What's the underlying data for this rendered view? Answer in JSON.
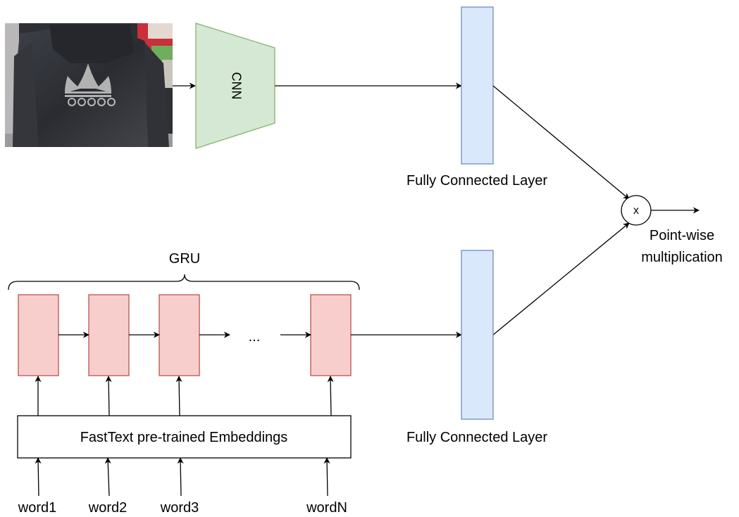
{
  "colors": {
    "cnn_fill": "#d5e8d4",
    "cnn_stroke": "#82b366",
    "fc_fill": "#dae8fc",
    "fc_stroke": "#6c8ebf",
    "gru_fill": "#f8cecc",
    "gru_stroke": "#b85450",
    "line": "#000000"
  },
  "image_branch": {
    "photo_icon": "hoodie-photo",
    "cnn_label": "CNN",
    "fc_label": "Fully Connected Layer"
  },
  "text_branch": {
    "gru_label": "GRU",
    "ellipsis": "...",
    "embeddings_label": "FastText pre-trained Embeddings",
    "fc_label": "Fully Connected Layer",
    "words": [
      "word1",
      "word2",
      "word3",
      "wordN"
    ]
  },
  "fusion": {
    "operator": "x",
    "label_line1": "Point-wise",
    "label_line2": "multiplication"
  }
}
